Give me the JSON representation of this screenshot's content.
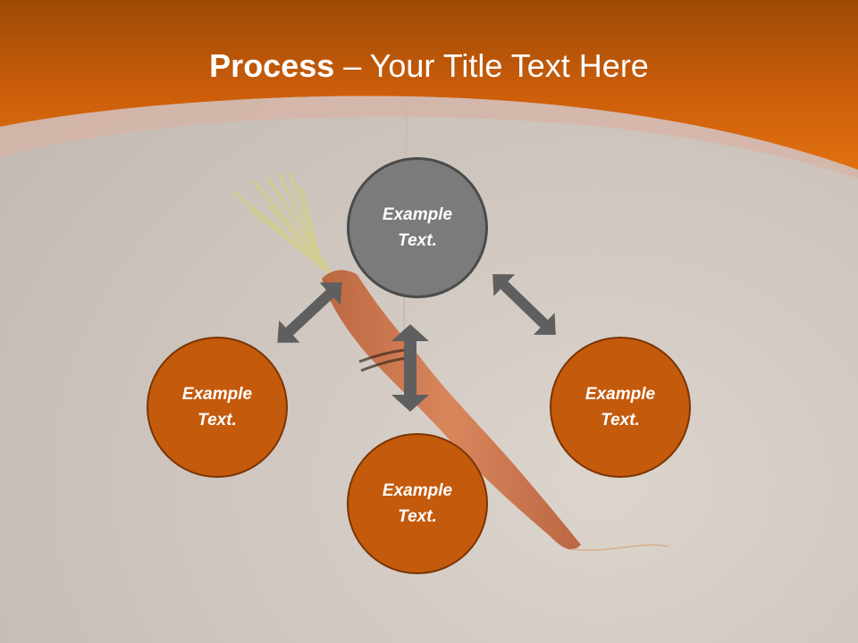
{
  "title": {
    "bold": "Process",
    "rest": " – Your Title Text Here"
  },
  "colors": {
    "header_orange": "#d9650c",
    "header_dark": "#9e4a06",
    "circle_orange": "#c45a0c",
    "circle_gray": "#7b7b7b",
    "arrow_gray": "#5f5f5f"
  },
  "diagram": {
    "center": {
      "text": "Example Text."
    },
    "left": {
      "text": "Example Text."
    },
    "right": {
      "text": "Example Text."
    },
    "bottom": {
      "text": "Example Text."
    }
  }
}
